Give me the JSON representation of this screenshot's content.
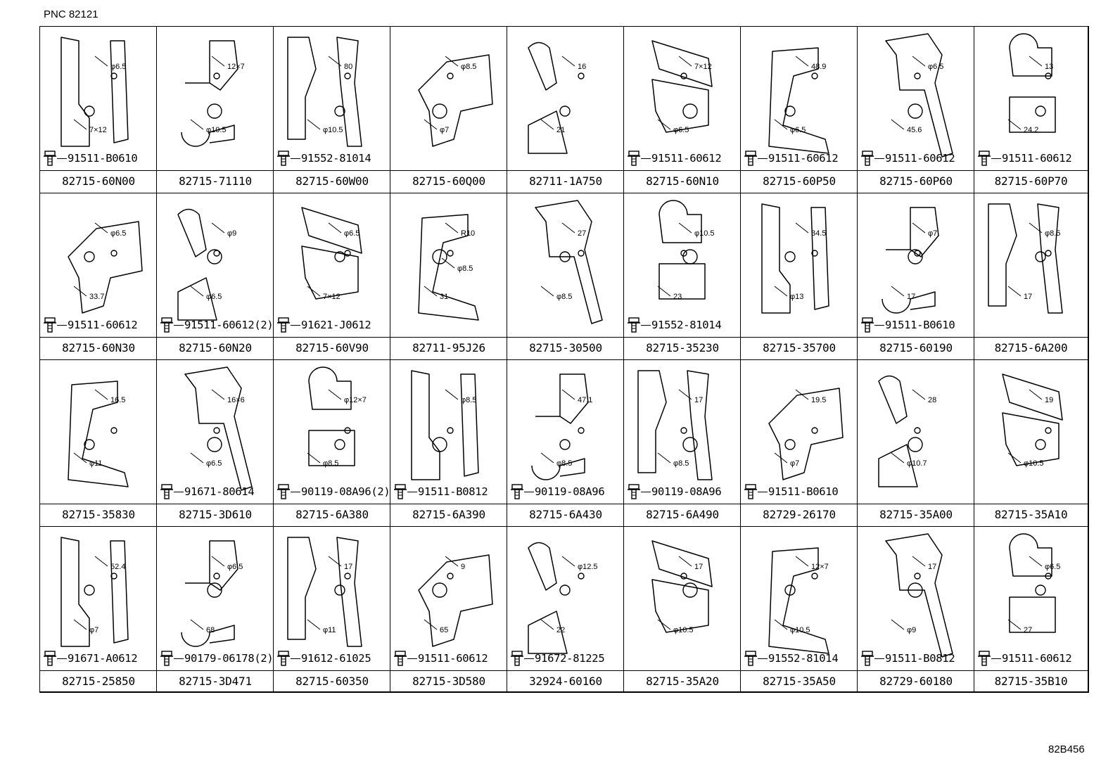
{
  "header": {
    "pnc": "PNC 82121"
  },
  "footer": {
    "ref": "82B456"
  },
  "rows": [
    [
      {
        "pn": "82715-60N00",
        "bolt": "91511-B0610",
        "dims": [
          "φ6.5",
          "7×12"
        ]
      },
      {
        "pn": "82715-71110",
        "bolt": "",
        "dims": [
          "12×7",
          "φ10.5"
        ]
      },
      {
        "pn": "82715-60W00",
        "bolt": "91552-81014",
        "dims": [
          "80",
          "φ10.5"
        ]
      },
      {
        "pn": "82715-60Q00",
        "bolt": "",
        "dims": [
          "φ8.5",
          "φ7"
        ]
      },
      {
        "pn": "82711-1A750",
        "bolt": "",
        "dims": [
          "16",
          "21"
        ]
      },
      {
        "pn": "82715-60N10",
        "bolt": "91511-60612",
        "dims": [
          "7×12",
          "φ6.5"
        ]
      },
      {
        "pn": "82715-60P50",
        "bolt": "91511-60612",
        "dims": [
          "48.9",
          "φ6.5"
        ]
      },
      {
        "pn": "82715-60P60",
        "bolt": "91511-60612",
        "dims": [
          "φ6.5",
          "45.6"
        ]
      },
      {
        "pn": "82715-60P70",
        "bolt": "91511-60612",
        "dims": [
          "13",
          "24.2"
        ]
      }
    ],
    [
      {
        "pn": "82715-60N30",
        "bolt": "91511-60612",
        "dims": [
          "φ6.5",
          "33.7"
        ]
      },
      {
        "pn": "82715-60N20",
        "bolt": "91511-60612(2)",
        "dims": [
          "φ9",
          "φ6.5"
        ]
      },
      {
        "pn": "82715-60V90",
        "bolt": "91621-J0612",
        "dims": [
          "φ6.5",
          "7×12"
        ]
      },
      {
        "pn": "82711-95J26",
        "bolt": "",
        "dims": [
          "R10",
          "31",
          "φ8.5"
        ]
      },
      {
        "pn": "82715-30500",
        "bolt": "",
        "dims": [
          "27",
          "φ8.5"
        ]
      },
      {
        "pn": "82715-35230",
        "bolt": "91552-81014",
        "dims": [
          "φ10.5",
          "23"
        ]
      },
      {
        "pn": "82715-35700",
        "bolt": "",
        "dims": [
          "34.5",
          "φ13"
        ]
      },
      {
        "pn": "82715-60190",
        "bolt": "91511-B0610",
        "dims": [
          "φ7",
          "17"
        ]
      },
      {
        "pn": "82715-6A200",
        "bolt": "",
        "dims": [
          "φ8.5",
          "17"
        ]
      }
    ],
    [
      {
        "pn": "82715-35830",
        "bolt": "",
        "dims": [
          "16.5",
          "φ11"
        ]
      },
      {
        "pn": "82715-3D610",
        "bolt": "91671-80614",
        "dims": [
          "16×6",
          "φ6.5"
        ]
      },
      {
        "pn": "82715-6A380",
        "bolt": "90119-08A96(2)",
        "dims": [
          "φ12×7",
          "φ8.5"
        ]
      },
      {
        "pn": "82715-6A390",
        "bolt": "91511-B0812",
        "dims": [
          "φ8.5"
        ]
      },
      {
        "pn": "82715-6A430",
        "bolt": "90119-08A96",
        "dims": [
          "47.1",
          "φ8.5"
        ]
      },
      {
        "pn": "82715-6A490",
        "bolt": "90119-08A96",
        "dims": [
          "17",
          "φ8.5"
        ]
      },
      {
        "pn": "82729-26170",
        "bolt": "91511-B0610",
        "dims": [
          "19.5",
          "φ7"
        ]
      },
      {
        "pn": "82715-35A00",
        "bolt": "",
        "dims": [
          "28",
          "φ10.7"
        ]
      },
      {
        "pn": "82715-35A10",
        "bolt": "",
        "dims": [
          "19",
          "φ10.5"
        ]
      }
    ],
    [
      {
        "pn": "82715-25850",
        "bolt": "91671-A0612",
        "dims": [
          "52.4",
          "φ7"
        ]
      },
      {
        "pn": "82715-3D471",
        "bolt": "90179-06178(2)",
        "dims": [
          "φ6.5",
          "68"
        ]
      },
      {
        "pn": "82715-60350",
        "bolt": "91612-61025",
        "dims": [
          "17",
          "φ11"
        ]
      },
      {
        "pn": "82715-3D580",
        "bolt": "91511-60612",
        "dims": [
          "9",
          "65"
        ]
      },
      {
        "pn": "32924-60160",
        "bolt": "91672-81225",
        "dims": [
          "φ12.5",
          "22"
        ]
      },
      {
        "pn": "82715-35A20",
        "bolt": "",
        "dims": [
          "17",
          "φ10.5"
        ]
      },
      {
        "pn": "82715-35A50",
        "bolt": "91552-81014",
        "dims": [
          "12×7",
          "φ10.5"
        ]
      },
      {
        "pn": "82729-60180",
        "bolt": "91511-B0812",
        "dims": [
          "17",
          "φ9"
        ]
      },
      {
        "pn": "82715-35B10",
        "bolt": "91511-60612",
        "dims": [
          "φ6.5",
          "27"
        ]
      }
    ]
  ]
}
